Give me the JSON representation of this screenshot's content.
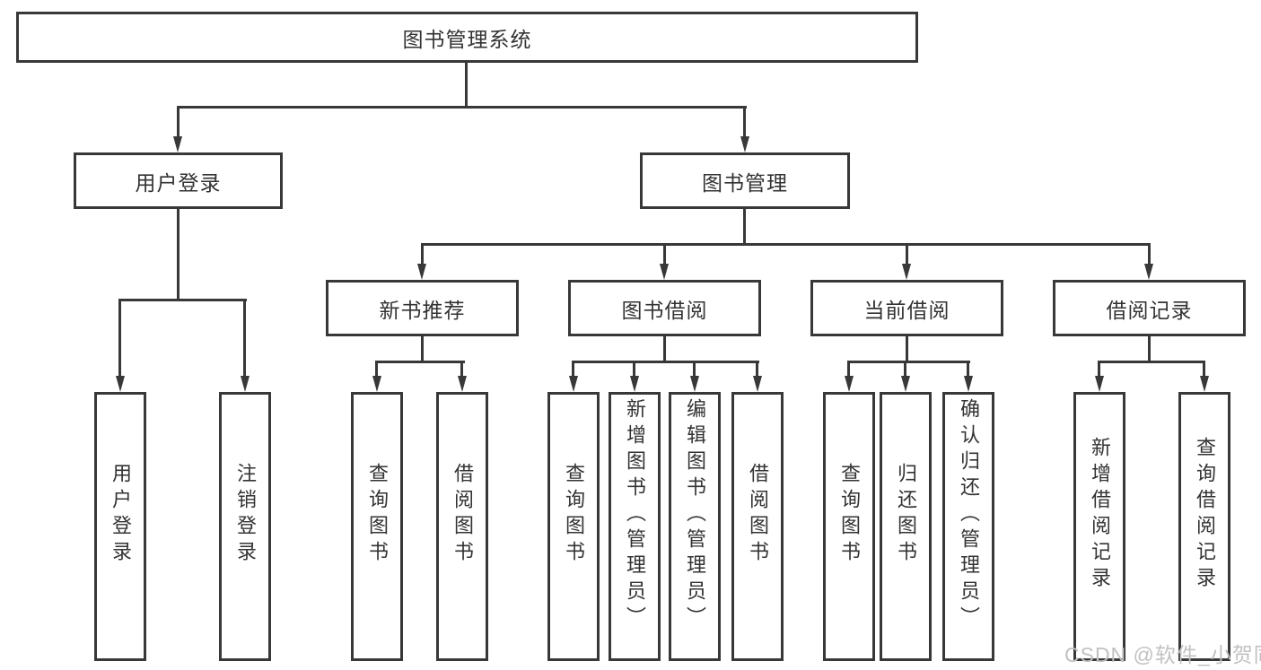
{
  "diagram": {
    "root": {
      "label": "图书管理系统"
    },
    "level2": [
      {
        "label": "用户登录"
      },
      {
        "label": "图书管理"
      }
    ],
    "level3": [
      {
        "label": "新书推荐"
      },
      {
        "label": "图书借阅"
      },
      {
        "label": "当前借阅"
      },
      {
        "label": "借阅记录"
      }
    ],
    "leaves": [
      {
        "label": "用户登录"
      },
      {
        "label": "注销登录"
      },
      {
        "label": "查询图书"
      },
      {
        "label": "借阅图书"
      },
      {
        "label": "查询图书"
      },
      {
        "label": "新增图书（管理员）"
      },
      {
        "label": "编辑图书（管理员）"
      },
      {
        "label": "借阅图书"
      },
      {
        "label": "查询图书"
      },
      {
        "label": "归还图书"
      },
      {
        "label": "确认归还（管理员）"
      },
      {
        "label": "新增借阅记录"
      },
      {
        "label": "查询借阅记录"
      }
    ]
  },
  "watermark": {
    "text": "CSDN @软件_小贺同学"
  },
  "colors": {
    "line": "#383838",
    "background": "#ffffff",
    "watermark": "#c1c1c1"
  }
}
